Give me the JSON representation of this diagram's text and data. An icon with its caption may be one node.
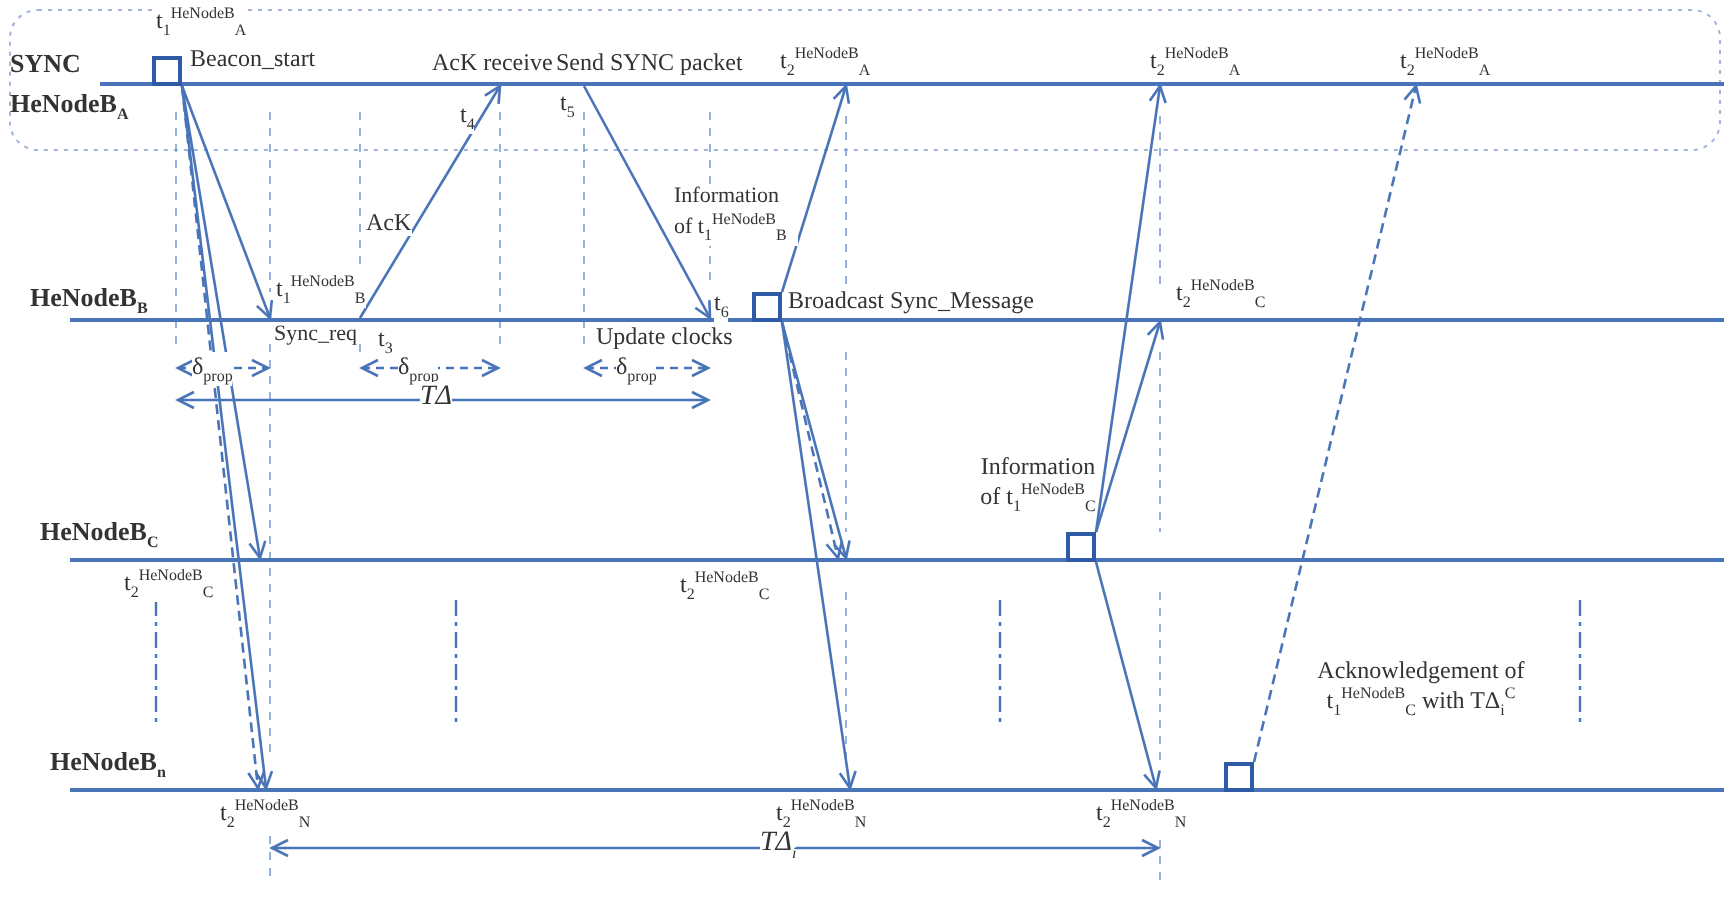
{
  "diagram": {
    "nodes": [
      {
        "text": [
          "SYNC HeNodeB$_{A}$"
        ]
      },
      {
        "text": [
          "HeNodeB$_{B}$"
        ]
      },
      {
        "text": [
          "HeNodeB$_{C}$"
        ]
      },
      {
        "text": [
          "HeNodeB$_{n}$"
        ]
      },
      {
        "text": [],
        "shape": "box",
        "beside": [
          "Beacon_start"
        ]
      },
      {
        "text": [],
        "shape": "box",
        "beside": [
          "Broadcast Sync_Message"
        ]
      },
      {
        "text": [],
        "shape": "box",
        "beside": [
          "Information of t$_{1}$$^{HeNodeB}$$_{C}$"
        ]
      },
      {
        "text": [],
        "shape": "box",
        "beside": [
          "Acknowledgement of t$_{1}$$^{HeNodeB}$$_{C}$ with TΔ$_{i}$$^{C}$"
        ]
      }
    ],
    "edges": [
      {
        "from": 4,
        "to": 1,
        "arrow": "to"
      },
      {
        "from": 4,
        "to": 2,
        "arrow": "to"
      },
      {
        "from": 4,
        "to": 3,
        "arrow": "to"
      },
      {
        "from": 1,
        "to": 0,
        "arrow": "to",
        "label": "AcK"
      },
      {
        "from": 0,
        "to": 1,
        "arrow": "to"
      },
      {
        "from": 5,
        "to": 0,
        "arrow": "to"
      },
      {
        "from": 5,
        "to": 2,
        "arrow": "to"
      },
      {
        "from": 5,
        "to": 3,
        "arrow": "to"
      },
      {
        "from": 6,
        "to": 0,
        "arrow": "to"
      },
      {
        "from": 6,
        "to": 1,
        "arrow": "to"
      },
      {
        "from": 6,
        "to": 3,
        "arrow": "to"
      },
      {
        "from": 7,
        "to": 0,
        "arrow": "to",
        "style": "dashed"
      },
      {
        "from": 4,
        "to": 3,
        "arrow": "to",
        "style": "dashed"
      },
      {
        "from": 5,
        "to": 2,
        "arrow": "to",
        "style": "dashed"
      }
    ],
    "labels": [
      "t$_{1}$$^{HeNodeB}$$_{A}$",
      "AcK receive",
      "t$_{4}$",
      "Send SYNC packet",
      "t$_{5}$",
      "t$_{2}$$^{HeNodeB}$$_{A}$",
      "t$_{2}$$^{HeNodeB}$$_{A}$",
      "t$_{2}$$^{HeNodeB}$$_{A}$",
      "Information of t$_{1}$$^{HeNodeB}$$_{B}$",
      "t$_{1}$$^{HeNodeB}$$_{B}$",
      "Sync_req",
      "t$_{3}$",
      "t$_{6}$",
      "Update clocks",
      "δ$_{prop}$",
      "δ$_{prop}$",
      "δ$_{prop}$",
      "TΔ",
      "t$_{2}$$^{HeNodeB}$$_{C}$",
      "t$_{2}$$^{HeNodeB}$$_{C}$",
      "t$_{2}$$^{HeNodeB}$$_{C}$",
      "t$_{2}$$^{HeNodeB}$$_{N}$",
      "t$_{2}$$^{HeNodeB}$$_{N}$",
      "t$_{2}$$^{HeNodeB}$$_{N}$",
      "TΔ$_{i}$"
    ]
  }
}
